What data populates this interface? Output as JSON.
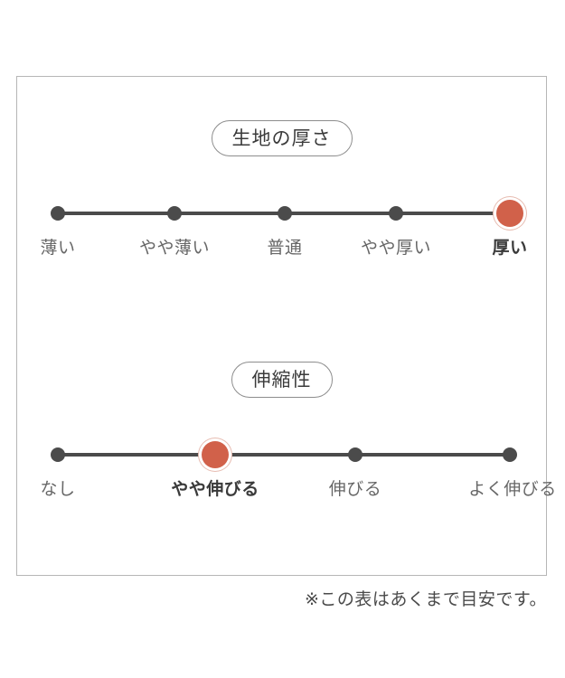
{
  "chart_data": [
    {
      "type": "scatter",
      "title": "生地の厚さ",
      "xlabel": "",
      "ylabel": "",
      "categories": [
        "薄い",
        "やや薄い",
        "普通",
        "やや厚い",
        "厚い"
      ],
      "values": [
        1,
        2,
        3,
        4,
        5
      ],
      "selected_index": 4,
      "selected_label": "厚い",
      "grid": false,
      "legend": "none",
      "marker_color_default": "#4b4b4b",
      "marker_color_selected": "#d1614a",
      "track_color": "#4b4b4b"
    },
    {
      "type": "scatter",
      "title": "伸縮性",
      "xlabel": "",
      "ylabel": "",
      "categories": [
        "なし",
        "やや伸びる",
        "伸びる",
        "よく伸びる"
      ],
      "values": [
        1,
        2,
        3,
        4
      ],
      "selected_index": 1,
      "selected_label": "やや伸びる",
      "grid": false,
      "legend": "none",
      "marker_color_default": "#4b4b4b",
      "marker_color_selected": "#d1614a",
      "track_color": "#4b4b4b"
    }
  ],
  "panel": {
    "thickness": {
      "badge_label": "生地の厚さ",
      "ticks": [
        {
          "label": "薄い",
          "selected": false
        },
        {
          "label": "やや薄い",
          "selected": false
        },
        {
          "label": "普通",
          "selected": false
        },
        {
          "label": "やや厚い",
          "selected": false
        },
        {
          "label": "厚い",
          "selected": true
        }
      ]
    },
    "stretch": {
      "badge_label": "伸縮性",
      "ticks": [
        {
          "label": "なし",
          "selected": false
        },
        {
          "label": "やや伸びる",
          "selected": true
        },
        {
          "label": "伸びる",
          "selected": false
        },
        {
          "label": "よく伸びる",
          "selected": false
        }
      ]
    }
  },
  "footnote": {
    "text": "※この表はあくまで目安です。"
  },
  "colors": {
    "accent": "#d1614a",
    "accent_ring": "#e7bcb1",
    "marker": "#4b4b4b",
    "frame": "#b6b6b6",
    "badge_border": "#8d8d8d",
    "label_text": "#676767",
    "label_text_selected": "#3a3a3a"
  }
}
